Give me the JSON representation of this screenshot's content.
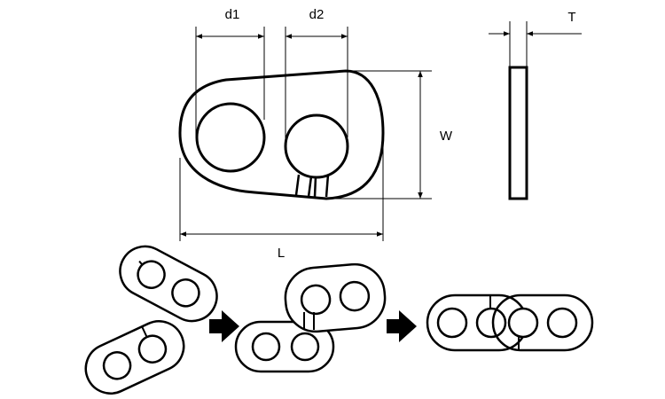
{
  "labels": {
    "d1": "d1",
    "d2": "d2",
    "t": "T",
    "w": "W",
    "l": "L"
  },
  "colors": {
    "stroke": "#000000",
    "background": "#ffffff"
  },
  "icons": [
    "arrow-right-icon",
    "arrow-right-icon"
  ]
}
